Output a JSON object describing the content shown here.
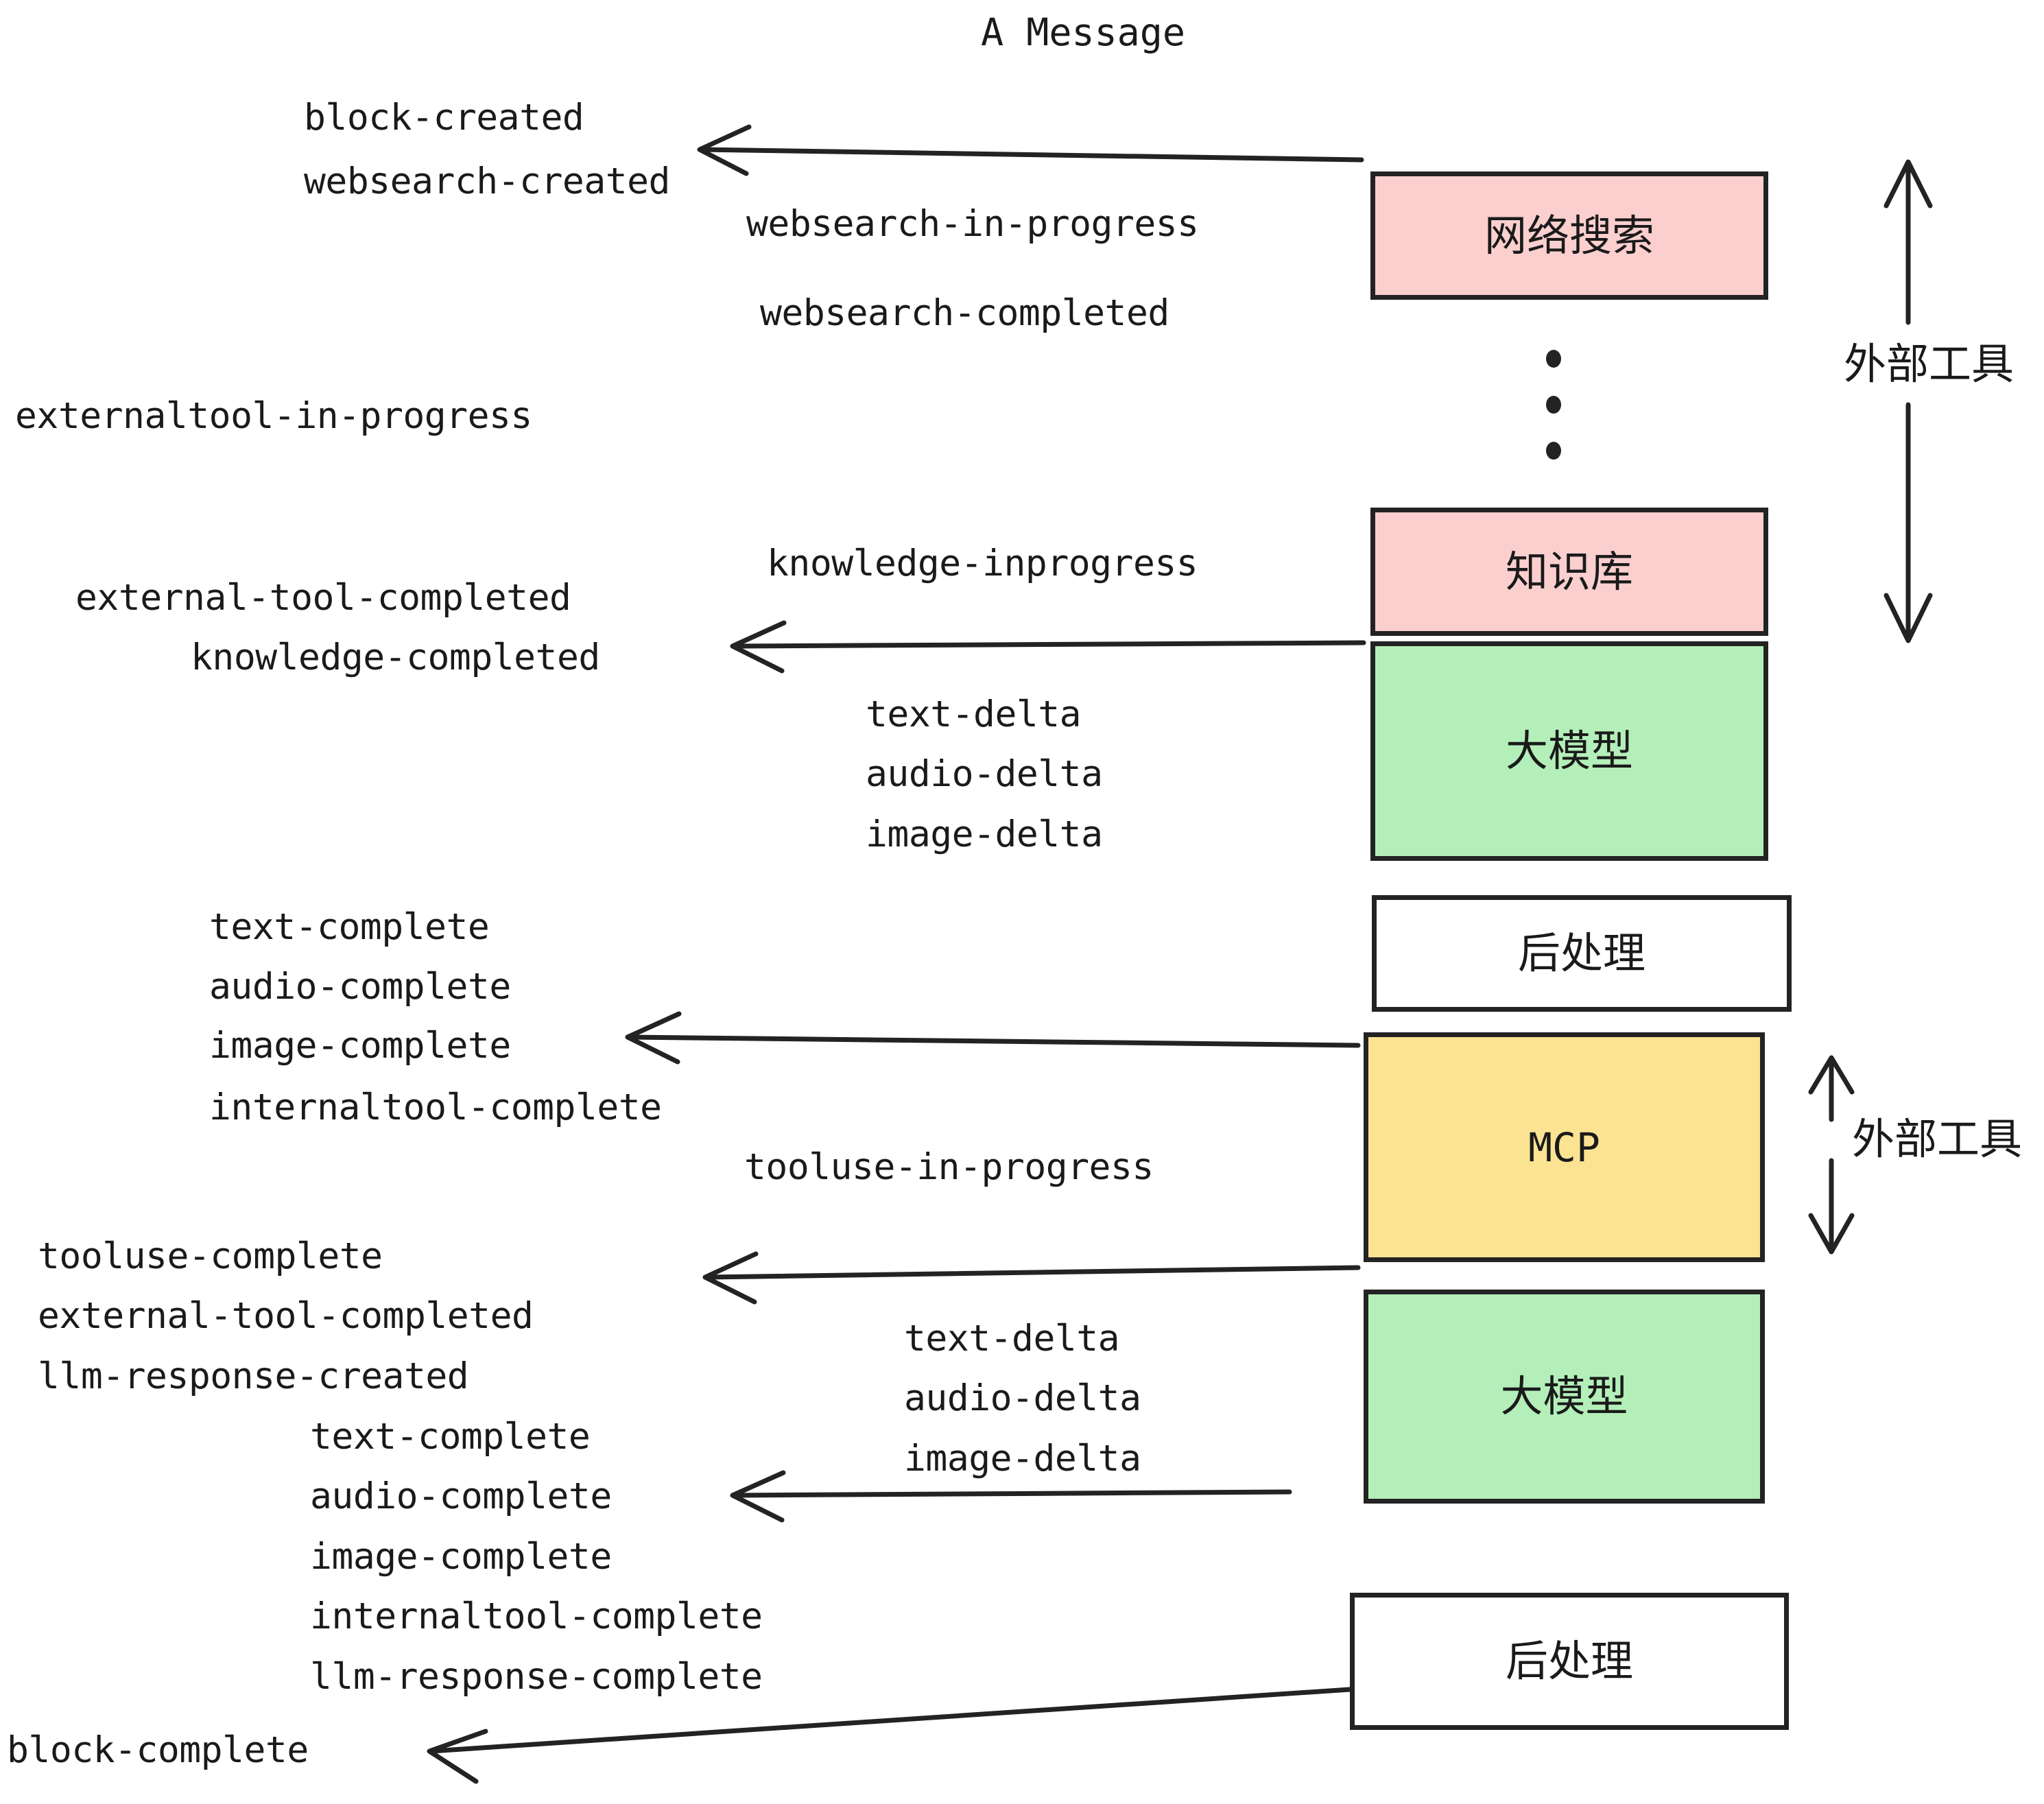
{
  "title": "A Message",
  "colors": {
    "pink": "#fccfcf",
    "green": "#b4efb9",
    "yellow": "#fbe392",
    "white": "#ffffff",
    "stroke": "#232323",
    "text": "#1a1a1a"
  },
  "boxes": [
    {
      "id": "websearch",
      "label": "网络搜索",
      "fill": "#fccfcf",
      "kind": "cn"
    },
    {
      "id": "knowledge",
      "label": "知识库",
      "fill": "#fccfcf",
      "kind": "cn"
    },
    {
      "id": "llm-1",
      "label": "大模型",
      "fill": "#b4efb9",
      "kind": "cn"
    },
    {
      "id": "postprocess-1",
      "label": "后处理",
      "fill": "#ffffff",
      "kind": "cn"
    },
    {
      "id": "mcp",
      "label": "MCP",
      "fill": "#fbe392",
      "kind": "en"
    },
    {
      "id": "llm-2",
      "label": "大模型",
      "fill": "#b4efb9",
      "kind": "cn"
    },
    {
      "id": "postprocess-2",
      "label": "后处理",
      "fill": "#ffffff",
      "kind": "cn"
    }
  ],
  "side_labels": [
    {
      "id": "external-tools-top",
      "text": "外部工具"
    },
    {
      "id": "external-tools-bottom",
      "text": "外部工具"
    }
  ],
  "events": [
    {
      "id": "block-created",
      "text": "block-created"
    },
    {
      "id": "websearch-created",
      "text": "websearch-created"
    },
    {
      "id": "websearch-in-progress",
      "text": "websearch-in-progress"
    },
    {
      "id": "websearch-completed",
      "text": "websearch-completed"
    },
    {
      "id": "externaltool-in-progress",
      "text": "externaltool-in-progress"
    },
    {
      "id": "knowledge-inprogress",
      "text": "knowledge-inprogress"
    },
    {
      "id": "external-tool-completed-1",
      "text": "external-tool-completed"
    },
    {
      "id": "knowledge-completed",
      "text": "knowledge-completed"
    },
    {
      "id": "text-delta-1",
      "text": "text-delta"
    },
    {
      "id": "audio-delta-1",
      "text": "audio-delta"
    },
    {
      "id": "image-delta-1",
      "text": "image-delta"
    },
    {
      "id": "text-complete-1",
      "text": "text-complete"
    },
    {
      "id": "audio-complete-1",
      "text": "audio-complete"
    },
    {
      "id": "image-complete-1",
      "text": "image-complete"
    },
    {
      "id": "internaltool-complete-1",
      "text": "internaltool-complete"
    },
    {
      "id": "tooluse-in-progress",
      "text": "tooluse-in-progress"
    },
    {
      "id": "tooluse-complete",
      "text": "tooluse-complete"
    },
    {
      "id": "external-tool-completed-2",
      "text": "external-tool-completed"
    },
    {
      "id": "llm-response-created",
      "text": "llm-response-created"
    },
    {
      "id": "text-delta-2",
      "text": "text-delta"
    },
    {
      "id": "audio-delta-2",
      "text": "audio-delta"
    },
    {
      "id": "image-delta-2",
      "text": "image-delta"
    },
    {
      "id": "text-complete-2",
      "text": "text-complete"
    },
    {
      "id": "audio-complete-2",
      "text": "audio-complete"
    },
    {
      "id": "image-complete-2",
      "text": "image-complete"
    },
    {
      "id": "internaltool-complete-2",
      "text": "internaltool-complete"
    },
    {
      "id": "llm-response-complete",
      "text": "llm-response-complete"
    },
    {
      "id": "block-complete",
      "text": "block-complete"
    }
  ]
}
